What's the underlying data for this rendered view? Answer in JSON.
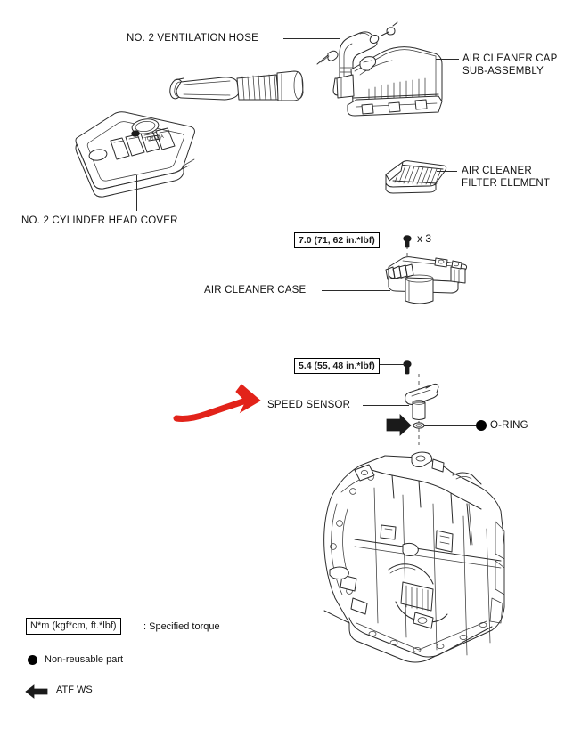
{
  "diagram": {
    "title": "Air cleaner and speed sensor exploded view",
    "accent_color": "#e2231a",
    "line_color": "#2b2b2b"
  },
  "callouts": [
    {
      "name": "ventilation-hose",
      "text": "NO. 2 VENTILATION HOSE"
    },
    {
      "name": "air-cleaner-cap",
      "line1": "AIR CLEANER CAP",
      "line2": "SUB-ASSEMBLY"
    },
    {
      "name": "cylinder-head-cover",
      "text": "NO. 2 CYLINDER HEAD COVER"
    },
    {
      "name": "filter-element",
      "line1": "AIR CLEANER",
      "line2": "FILTER ELEMENT"
    },
    {
      "name": "air-cleaner-case",
      "text": "AIR CLEANER CASE"
    },
    {
      "name": "speed-sensor",
      "text": "SPEED SENSOR"
    },
    {
      "name": "o-ring",
      "text": "O-RING"
    }
  ],
  "torque_specs": [
    {
      "name": "air-cleaner-case-bolt",
      "value": "7.0 (71, 62 in.*lbf)",
      "quantity": "x 3"
    },
    {
      "name": "speed-sensor-bolt",
      "value": "5.4 (55, 48 in.*lbf)",
      "quantity": ""
    }
  ],
  "legend": {
    "torque_unit": "N*m (kgf*cm, ft.*lbf)",
    "torque_desc": ": Specified torque",
    "non_reusable": "Non-reusable part",
    "fluid": "ATF WS"
  }
}
